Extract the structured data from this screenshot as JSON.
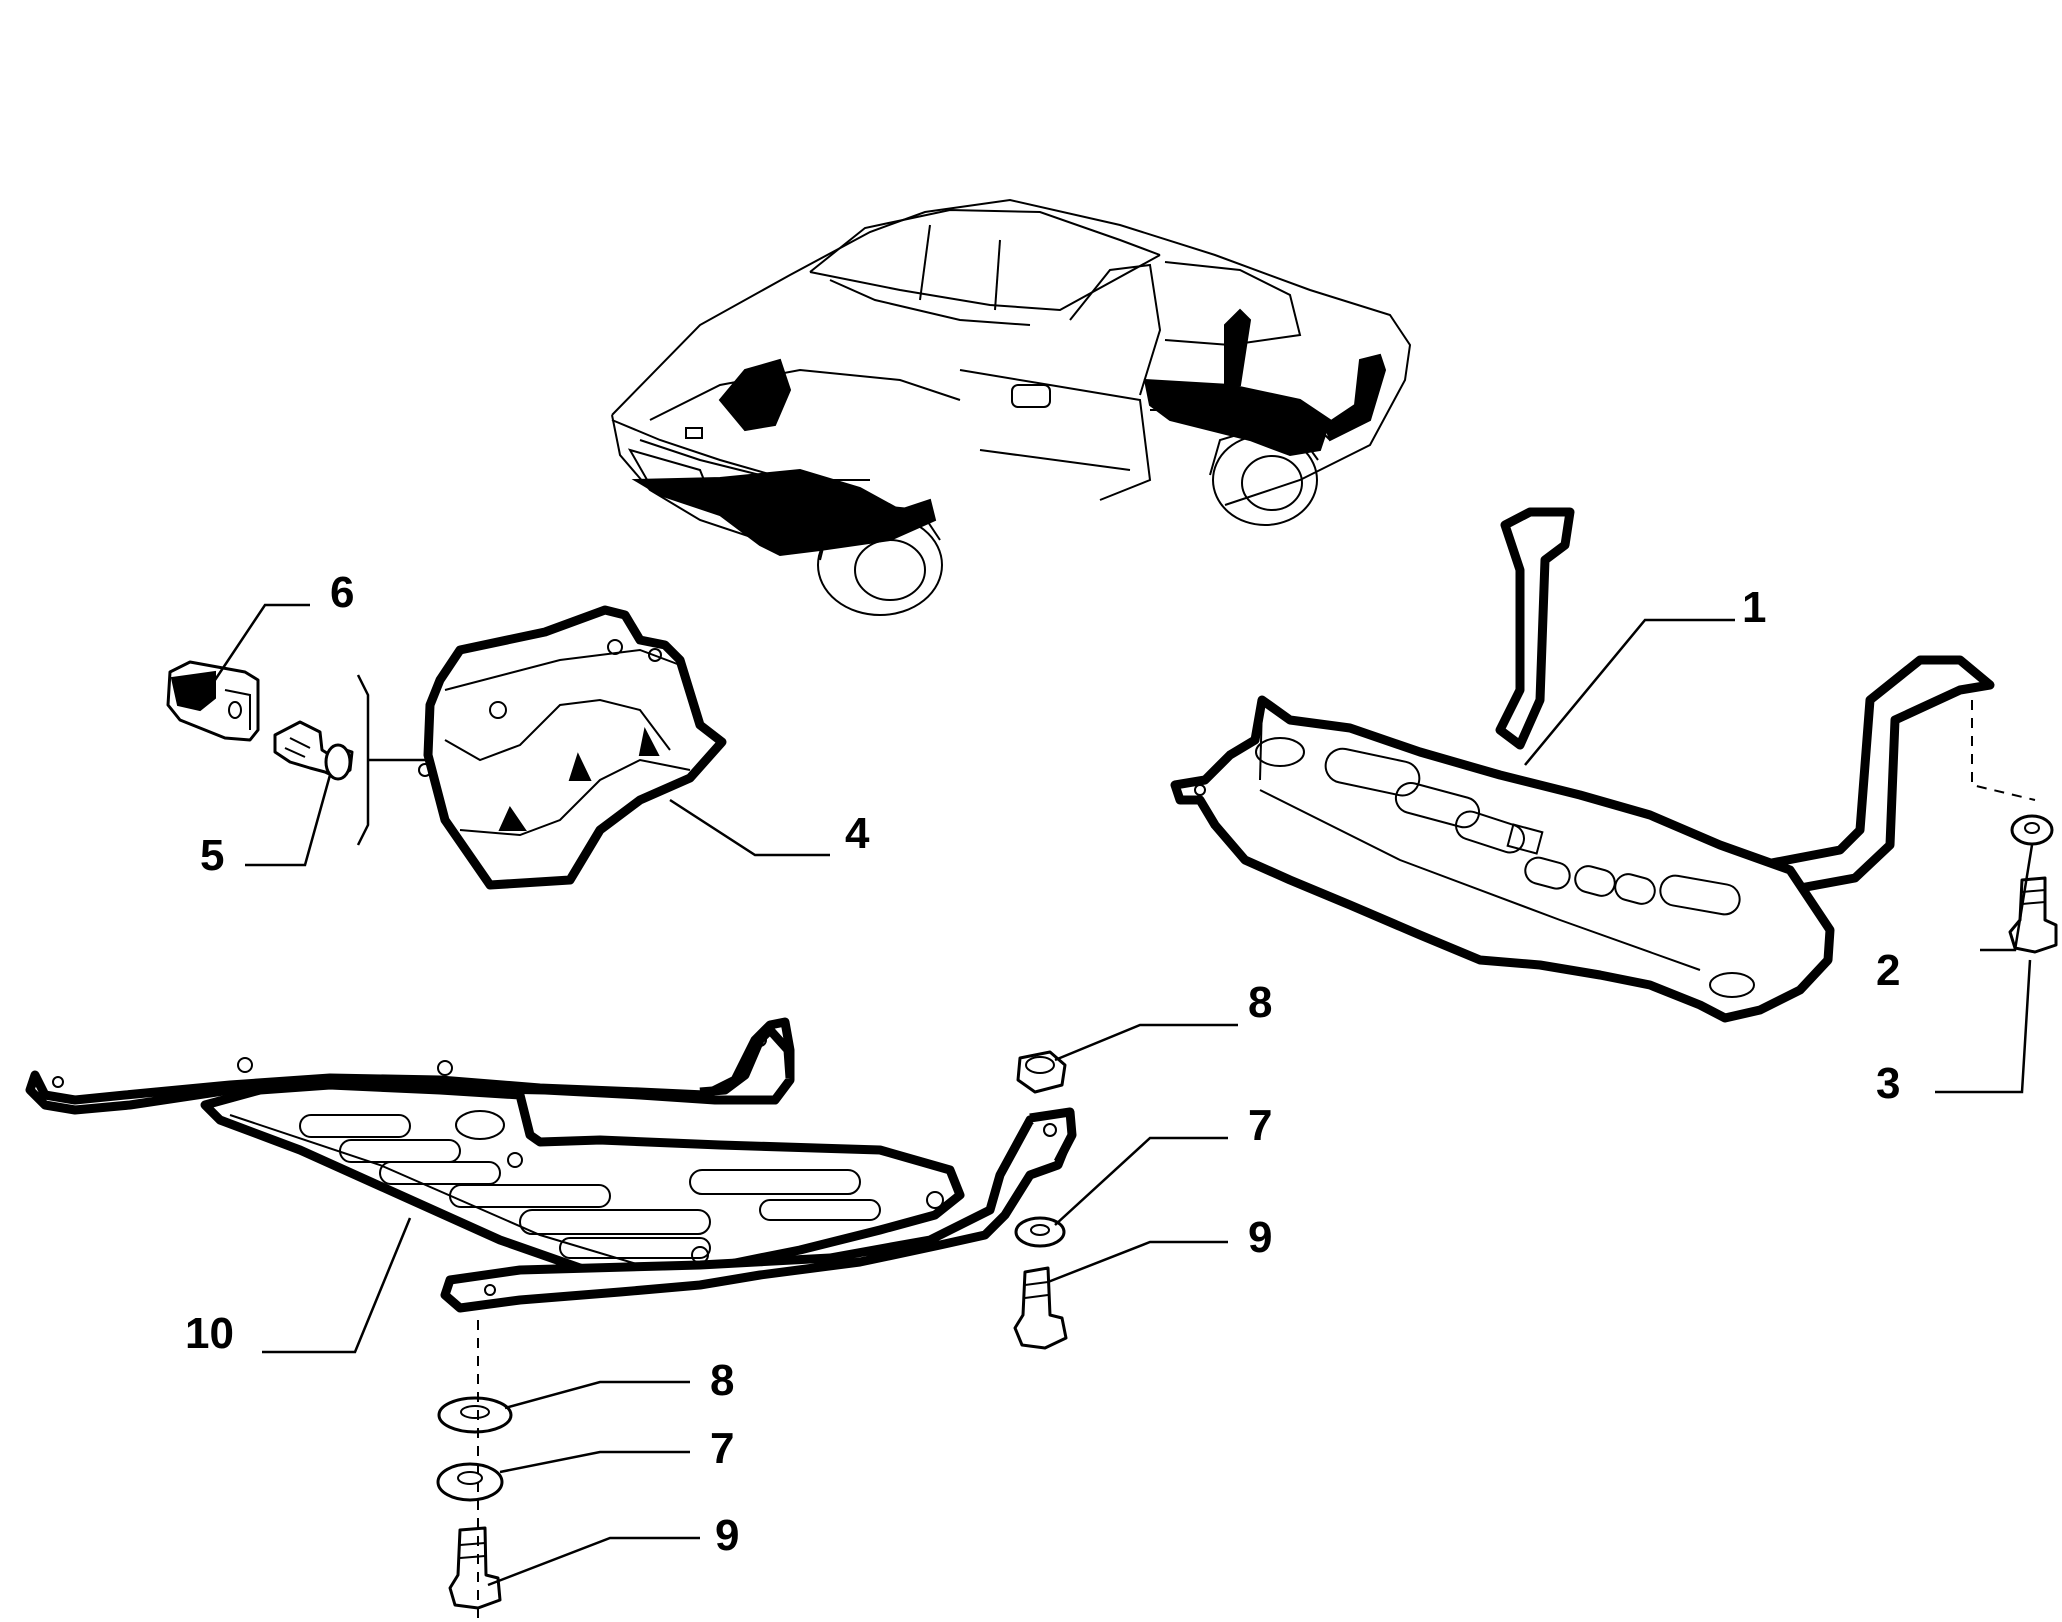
{
  "callouts": [
    {
      "id": "1",
      "label": "1"
    },
    {
      "id": "2",
      "label": "2"
    },
    {
      "id": "3",
      "label": "3"
    },
    {
      "id": "4",
      "label": "4"
    },
    {
      "id": "5",
      "label": "5"
    },
    {
      "id": "6",
      "label": "6"
    },
    {
      "id": "7a",
      "label": "7"
    },
    {
      "id": "7b",
      "label": "7"
    },
    {
      "id": "8a",
      "label": "8"
    },
    {
      "id": "8b",
      "label": "8"
    },
    {
      "id": "9a",
      "label": "9"
    },
    {
      "id": "9b",
      "label": "9"
    },
    {
      "id": "10",
      "label": "10"
    }
  ]
}
